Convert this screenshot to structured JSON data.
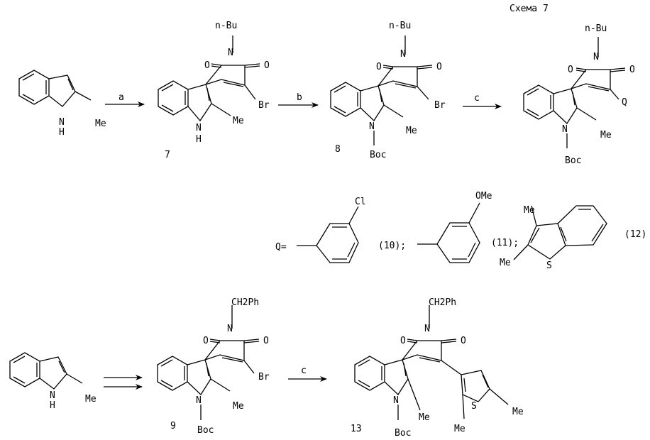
{
  "scheme_title": "Схема 7",
  "row1": {
    "start_labels": {
      "nh": "N",
      "h": "H",
      "me": "Me"
    },
    "step_a": "a",
    "step_b": "b",
    "step_c": "c",
    "cmpd7": {
      "number": "7",
      "n_sub": "n-Bu",
      "n": "N",
      "o1": "O",
      "o2": "O",
      "br": "Br",
      "nh": "N",
      "h": "H",
      "me": "Me"
    },
    "cmpd8": {
      "number": "8",
      "n_sub": "n-Bu",
      "n": "N",
      "o1": "O",
      "o2": "O",
      "br": "Br",
      "n_ind": "N",
      "me": "Me",
      "boc": "Boc"
    },
    "product": {
      "n_sub": "n-Bu",
      "n": "N",
      "o1": "O",
      "o2": "O",
      "q": "Q",
      "n_ind": "N",
      "me": "Me",
      "boc": "Boc"
    }
  },
  "row2": {
    "q_label": "Q=",
    "r10": {
      "sub": "Cl",
      "num": "(10);"
    },
    "r11": {
      "sub": "OMe",
      "num": "(11);"
    },
    "r12": {
      "me_top": "Me",
      "me_left": "Me",
      "s": "S",
      "num": "(12)"
    }
  },
  "row3": {
    "start_labels": {
      "nh": "N",
      "h": "H",
      "me": "Me"
    },
    "step_c": "c",
    "cmpd9": {
      "number": "9",
      "n_sub": "CH2Ph",
      "n": "N",
      "o1": "O",
      "o2": "O",
      "br": "Br",
      "n_ind": "N",
      "me": "Me",
      "boc": "Boc"
    },
    "cmpd13": {
      "number": "13",
      "n_sub": "CH2Ph",
      "n": "N",
      "o1": "O",
      "o2": "O",
      "n_ind": "N",
      "me": "Me",
      "boc": "Boc",
      "s": "S",
      "me_th1": "Me",
      "me_th2": "Me"
    }
  }
}
